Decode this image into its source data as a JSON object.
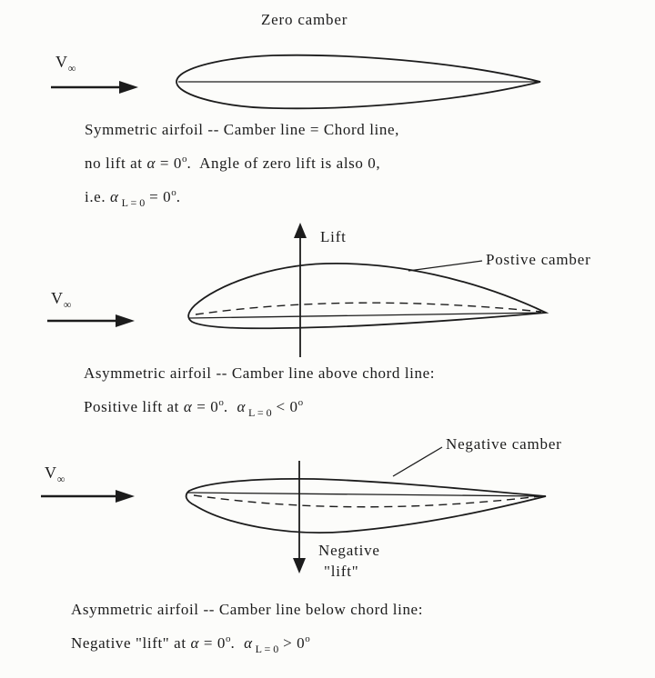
{
  "page": {
    "bg": "#fcfcfa",
    "ink": "#1c1c1c"
  },
  "labels": {
    "zero_camber": "Zero camber",
    "lift": "Lift",
    "positive_camber": "Postive camber",
    "negative_camber": "Negative camber",
    "negative_word": "Negative",
    "negative_lift_word": "\"lift\""
  },
  "vinf": [
    {
      "s": "n",
      "t": "V"
    },
    {
      "s": "sub",
      "t": "∞"
    }
  ],
  "captions": {
    "s1": {
      "l1": [
        {
          "s": "n",
          "t": "Symmetric airfoil -- Camber line = Chord line,"
        }
      ],
      "l2": [
        {
          "s": "n",
          "t": "no lift at "
        },
        {
          "s": "i",
          "t": "α"
        },
        {
          "s": "n",
          "t": " = 0"
        },
        {
          "s": "sup",
          "t": "o"
        },
        {
          "s": "n",
          "t": ".  Angle of zero lift is also 0,"
        }
      ],
      "l3": [
        {
          "s": "n",
          "t": "i.e. "
        },
        {
          "s": "i",
          "t": "α"
        },
        {
          "s": "sub",
          "t": " L = 0"
        },
        {
          "s": "n",
          "t": " = 0"
        },
        {
          "s": "sup",
          "t": "o"
        },
        {
          "s": "n",
          "t": "."
        }
      ]
    },
    "s2": {
      "l1": [
        {
          "s": "n",
          "t": "Asymmetric airfoil -- Camber line above chord line:"
        }
      ],
      "l2": [
        {
          "s": "n",
          "t": "Positive lift at "
        },
        {
          "s": "i",
          "t": "α"
        },
        {
          "s": "n",
          "t": " = 0"
        },
        {
          "s": "sup",
          "t": "o"
        },
        {
          "s": "n",
          "t": ".  "
        },
        {
          "s": "i",
          "t": "α"
        },
        {
          "s": "sub",
          "t": " L = 0"
        },
        {
          "s": "n",
          "t": " < 0"
        },
        {
          "s": "sup",
          "t": "o"
        }
      ]
    },
    "s3": {
      "l1": [
        {
          "s": "n",
          "t": "Asymmetric airfoil -- Camber line below chord line:"
        }
      ],
      "l2": [
        {
          "s": "n",
          "t": "Negative \"lift\" at "
        },
        {
          "s": "i",
          "t": "α"
        },
        {
          "s": "n",
          "t": " = 0"
        },
        {
          "s": "sup",
          "t": "o"
        },
        {
          "s": "n",
          "t": ".  "
        },
        {
          "s": "i",
          "t": "α"
        },
        {
          "s": "sub",
          "t": " L = 0"
        },
        {
          "s": "n",
          "t": " > 0"
        },
        {
          "s": "sup",
          "t": "o"
        }
      ]
    }
  }
}
